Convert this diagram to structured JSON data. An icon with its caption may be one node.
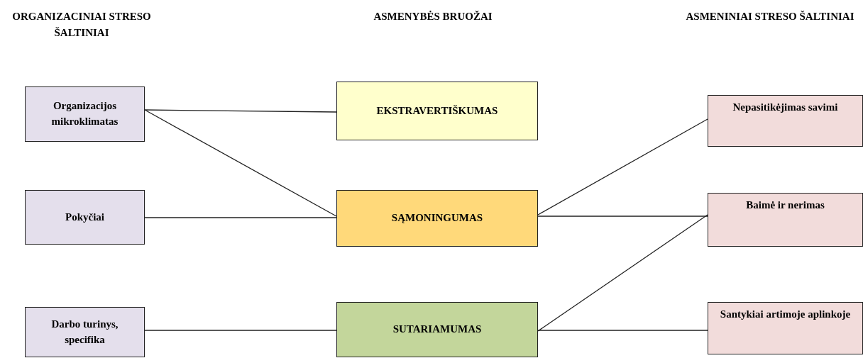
{
  "diagram": {
    "nodes": [
      {
        "text": [
          "Organizacijos mikroklimatas"
        ]
      },
      {
        "text": [
          "Pokyčiai"
        ]
      },
      {
        "text": [
          "Darbo turinys, specifika"
        ]
      },
      {
        "text": [
          "EKSTRAVERTIŠKUMAS"
        ]
      },
      {
        "text": [
          "SĄMONINGUMAS"
        ]
      },
      {
        "text": [
          "SUTARIAMUMAS"
        ]
      },
      {
        "text": [
          "Nepasitikėjimas savimi"
        ]
      },
      {
        "text": [
          "Baimė ir nerimas"
        ]
      },
      {
        "text": [
          "Santykiai artimoje aplinkoje"
        ]
      }
    ],
    "edges": [
      {
        "from": 0,
        "to": 3,
        "arrow": "none"
      },
      {
        "from": 0,
        "to": 4,
        "arrow": "none"
      },
      {
        "from": 1,
        "to": 4,
        "arrow": "none"
      },
      {
        "from": 2,
        "to": 5,
        "arrow": "none"
      },
      {
        "from": 4,
        "to": 6,
        "arrow": "none"
      },
      {
        "from": 4,
        "to": 7,
        "arrow": "none"
      },
      {
        "from": 5,
        "to": 7,
        "arrow": "none"
      },
      {
        "from": 5,
        "to": 8,
        "arrow": "none"
      }
    ],
    "labels": [
      "ORGANIZACINIAI STRESO ŠALTINIAI",
      "ASMENYBĖS BRUOŽAI",
      "ASMENINIAI STRESO ŠALTINIAI"
    ]
  }
}
